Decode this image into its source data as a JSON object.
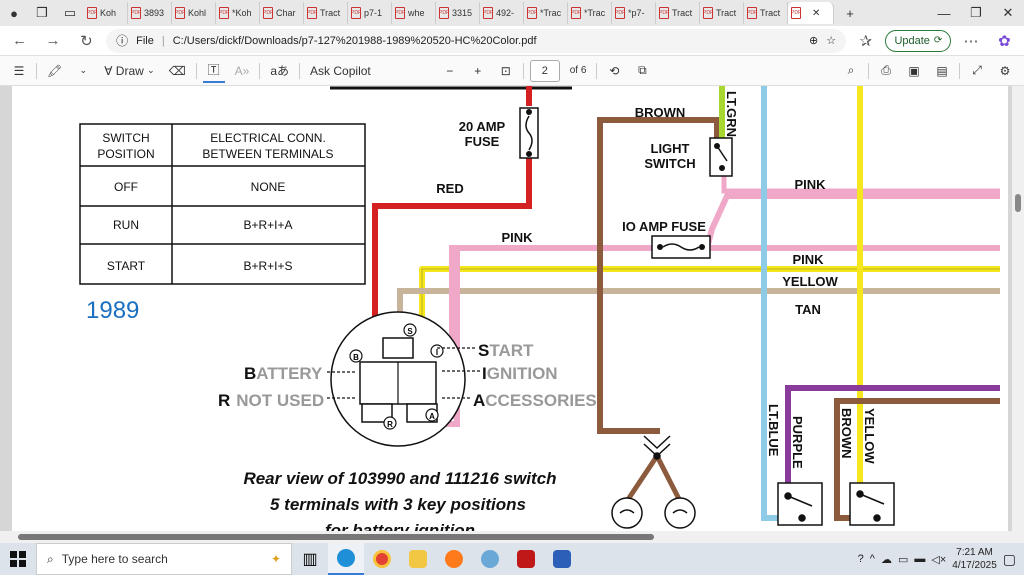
{
  "tabs": [
    "Koh",
    "3893",
    "Kohl",
    "*Koh",
    "Char",
    "Tract",
    "p7-1",
    "whe",
    "3315",
    "492-",
    "*Trac",
    "*Trac",
    "*p7-",
    "Tract",
    "Tract",
    "Tract"
  ],
  "address": {
    "scheme": "File",
    "url": "C:/Users/dickf/Downloads/p7-127%201988-1989%20520-HC%20Color.pdf",
    "update_label": "Update"
  },
  "pdf_toolbar": {
    "draw_label": "Draw",
    "copilot_label": "Ask Copilot",
    "page_value": "2",
    "page_total": "of 6",
    "aa_label": "aあ"
  },
  "table": {
    "head1": "SWITCH\nPOSITION",
    "head1_l1": "SWITCH",
    "head1_l2": "POSITION",
    "head2_l1": "ELECTRICAL  CONN.",
    "head2_l2": "BETWEEN TERMINALS",
    "rows": [
      {
        "pos": "OFF",
        "conn": "NONE"
      },
      {
        "pos": "RUN",
        "conn": "B+R+I+A"
      },
      {
        "pos": "START",
        "conn": "B+R+I+S"
      }
    ]
  },
  "year_label": "1989",
  "fuse20": {
    "l1": "20 AMP",
    "l2": "FUSE"
  },
  "fuse10": "IO AMP FUSE",
  "light_switch": {
    "l1": "LIGHT",
    "l2": "SWITCH"
  },
  "wire_labels": {
    "brown": "BROWN",
    "red": "RED",
    "pink1": "PINK",
    "pink2": "PINK",
    "pink3": "PINK",
    "yellow": "YELLOW",
    "tan": "TAN",
    "lt_green": "LT.GRN",
    "lt_blue": "LT.BLUE",
    "purple": "PURPLE",
    "brown_v": "BROWN",
    "yellow_v": "YELLOW"
  },
  "terminals": {
    "battery_b": "B",
    "battery_rest": "ATTERY",
    "r_b": "R",
    "r_rest": "NOT USED",
    "start_s": "S",
    "start_rest": "TART",
    "ign_i": "I",
    "ign_rest": "GNITION",
    "acc_a": "A",
    "acc_rest": "CCESSORIES",
    "t_s": "S",
    "t_i": "I",
    "t_b": "B",
    "t_r": "R",
    "t_a": "A"
  },
  "caption": {
    "l1": "Rear view of 103990 and 111216 switch",
    "l2": "5 terminals with 3 key positions",
    "l3": "for battery ignition"
  },
  "taskbar": {
    "search_placeholder": "Type here to search",
    "time": "7:21 AM",
    "date": "4/17/2025"
  },
  "colors": {
    "red": "#d42020",
    "pink": "#f0a8c8",
    "yellow": "#f5e61e",
    "tan": "#c8b49a",
    "brown": "#8c5a3c",
    "lt_blue": "#8ecbe6",
    "purple": "#8a3a9a",
    "lt_green": "#a8d830"
  }
}
